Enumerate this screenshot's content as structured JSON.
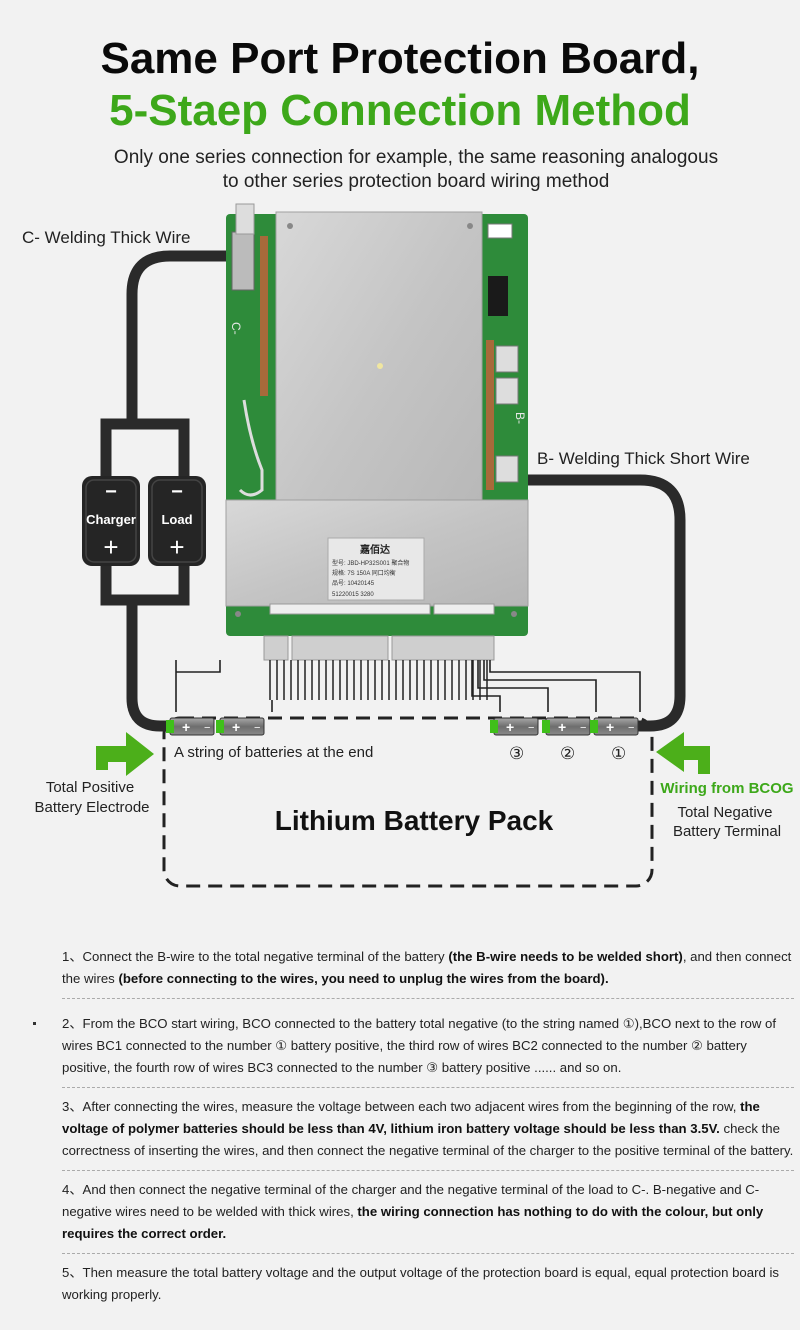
{
  "header": {
    "title_line1": "Same Port Protection Board,",
    "title_line2": "5-Staep Connection Method",
    "subtitle_line1": "Only one series connection for example, the same reasoning analogous",
    "subtitle_line2": "to other series protection board wiring method"
  },
  "colors": {
    "title_green": "#3da81a",
    "pcb_green": "#2e8b3a",
    "wire_dark": "#2a2a2a",
    "arrow_green": "#4caf1a"
  },
  "diagram": {
    "c_wire_label": "C- Welding Thick Wire",
    "b_wire_label": "B- Welding Thick Short Wire",
    "charger": {
      "minus": "−",
      "label": "Charger",
      "plus": "+"
    },
    "load": {
      "minus": "−",
      "label": "Load",
      "plus": "+"
    },
    "board_silk_c": "C-",
    "board_silk_b": "B-",
    "board_label_brand": "嘉佰达",
    "board_label_lines": [
      "型号: JBD-HP32S001 聚合物",
      "规格: 7S 150A 同口均衡",
      "品号: 10420145"
    ],
    "board_label_barcode": "51220015   3280",
    "string_label": "A string of batteries at the end",
    "cell_numbers": [
      "③",
      "②",
      "①"
    ],
    "pack_label": "Lithium Battery Pack",
    "total_positive_line1": "Total Positive",
    "total_positive_line2": "Battery Electrode",
    "wiring_from": "Wiring from BCOG",
    "total_negative_line1": "Total Negative",
    "total_negative_line2": "Battery Terminal",
    "cell_plus": "+",
    "cell_minus": "−"
  },
  "steps": [
    {
      "num": "1、",
      "a": "Connect the B-wire to the total negative terminal of the battery ",
      "b": "(the B-wire needs to be welded short)",
      "c": ", and then connect the wires ",
      "d": "(before connecting to the wires, you need to unplug the wires from the board).",
      "e": ""
    },
    {
      "num": "2、",
      "a": "From the BCO start wiring, BCO connected to the battery total negative (to the string named ①),BCO next to the row of wires BC1 connected to the number ① battery positive, the third row of wires BC2 connected to the number ② battery positive, the fourth row of wires BC3 connected to the number ③ battery positive ...... and so on.",
      "b": "",
      "c": "",
      "d": "",
      "e": ""
    },
    {
      "num": "3、",
      "a": "After connecting the wires, measure the voltage between each two adjacent wires from the beginning of the row, ",
      "b": "the voltage of polymer batteries should be less than 4V, lithium iron battery voltage should be less than 3.5V.",
      "c": " check the correctness of inserting the wires, and then connect the negative terminal of the charger to the positive terminal of the battery.",
      "d": "",
      "e": ""
    },
    {
      "num": "4、",
      "a": "And then connect the negative terminal of the charger and the negative terminal of the load to C-. B-negative and C-negative wires need to be welded with thick wires, ",
      "b": "the wiring connection has nothing to do with the colour, but only requires the correct order.",
      "c": "",
      "d": "",
      "e": ""
    },
    {
      "num": "5、",
      "a": "Then measure the total battery voltage and the output voltage of the protection board is equal, equal protection board is working properly.",
      "b": "",
      "c": "",
      "d": "",
      "e": ""
    }
  ]
}
